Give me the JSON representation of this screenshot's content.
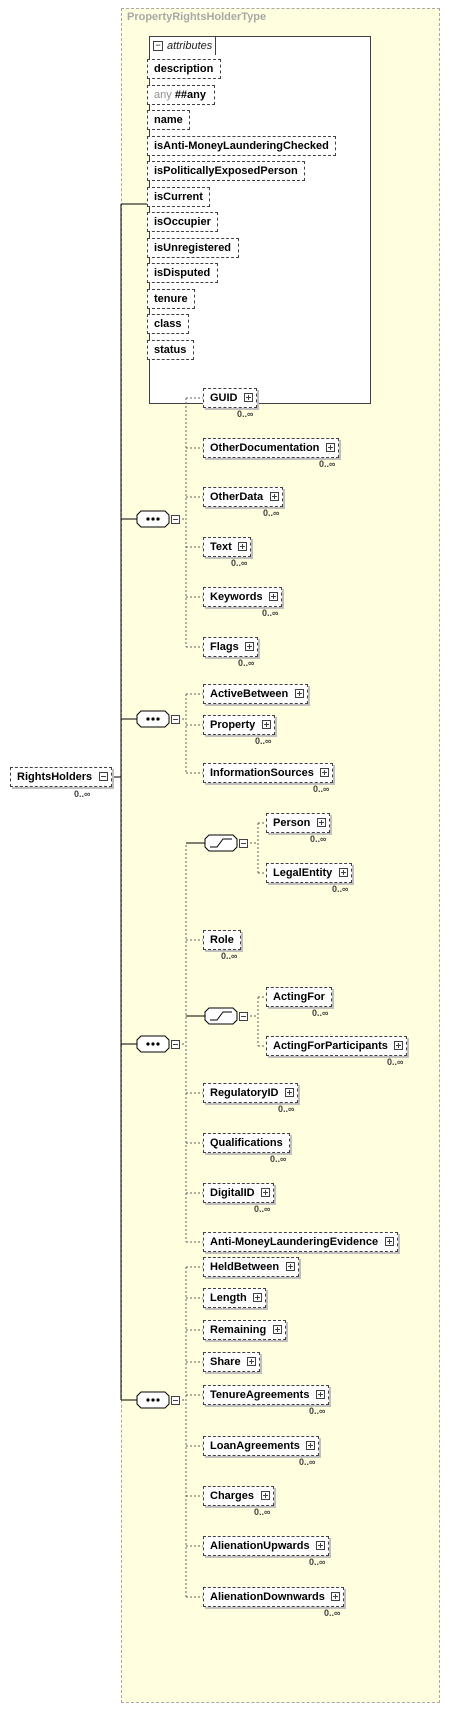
{
  "type_name": "PropertyRightsHolderType",
  "attributes_title": "attributes",
  "attributes": [
    {
      "name": "description",
      "required": false
    },
    {
      "name": "##any",
      "prefix": "any",
      "required": false
    },
    {
      "name": "name",
      "required": false
    },
    {
      "name": "isAnti-MoneyLaunderingChecked",
      "required": false
    },
    {
      "name": "isPoliticallyExposedPerson",
      "required": false
    },
    {
      "name": "isCurrent",
      "required": false
    },
    {
      "name": "isOccupier",
      "required": false
    },
    {
      "name": "isUnregistered",
      "required": false
    },
    {
      "name": "isDisputed",
      "required": false
    },
    {
      "name": "tenure",
      "required": false
    },
    {
      "name": "class",
      "required": false
    },
    {
      "name": "status",
      "required": false
    }
  ],
  "root": {
    "name": "RightsHolders",
    "cardinality": "0..∞"
  },
  "sequence_1": [
    {
      "name": "GUID",
      "cardinality": "0..∞"
    },
    {
      "name": "OtherDocumentation",
      "cardinality": "0..∞"
    },
    {
      "name": "OtherData",
      "cardinality": "0..∞"
    },
    {
      "name": "Text",
      "cardinality": "0..∞"
    },
    {
      "name": "Keywords",
      "cardinality": "0..∞"
    },
    {
      "name": "Flags",
      "cardinality": "0..∞"
    }
  ],
  "sequence_2": [
    {
      "name": "ActiveBetween",
      "cardinality": ""
    },
    {
      "name": "Property",
      "cardinality": "0..∞"
    },
    {
      "name": "InformationSources",
      "cardinality": "0..∞"
    }
  ],
  "sequence_3": {
    "choice_1": [
      {
        "name": "Person",
        "cardinality": "0..∞"
      },
      {
        "name": "LegalEntity",
        "cardinality": "0..∞"
      }
    ],
    "role": {
      "name": "Role",
      "cardinality": "0..∞"
    },
    "choice_2": [
      {
        "name": "ActingFor",
        "cardinality": "0..∞"
      },
      {
        "name": "ActingForParticipants",
        "cardinality": "0..∞"
      }
    ],
    "rest": [
      {
        "name": "RegulatoryID",
        "cardinality": "0..∞"
      },
      {
        "name": "Qualifications",
        "cardinality": "0..∞"
      },
      {
        "name": "DigitalID",
        "cardinality": "0..∞"
      },
      {
        "name": "Anti-MoneyLaunderingEvidence",
        "cardinality": ""
      }
    ]
  },
  "sequence_4": [
    {
      "name": "HeldBetween",
      "cardinality": ""
    },
    {
      "name": "Length",
      "cardinality": ""
    },
    {
      "name": "Remaining",
      "cardinality": ""
    },
    {
      "name": "Share",
      "cardinality": ""
    },
    {
      "name": "TenureAgreements",
      "cardinality": "0..∞"
    },
    {
      "name": "LoanAgreements",
      "cardinality": "0..∞"
    },
    {
      "name": "Charges",
      "cardinality": "0..∞"
    },
    {
      "name": "AlienationUpwards",
      "cardinality": "0..∞"
    },
    {
      "name": "AlienationDownwards",
      "cardinality": "0..∞"
    }
  ]
}
